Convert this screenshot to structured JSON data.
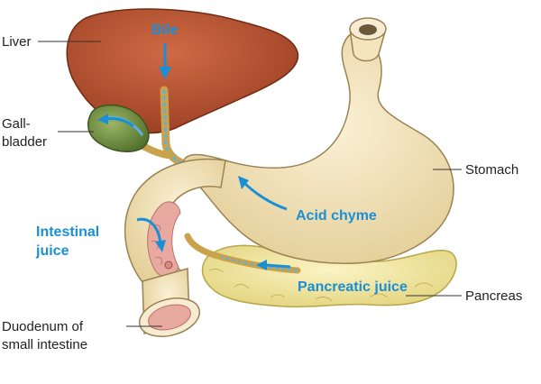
{
  "labels": {
    "liver": "Liver",
    "gallbladder_line1": "Gall-",
    "gallbladder_line2": "bladder",
    "stomach": "Stomach",
    "pancreas": "Pancreas",
    "duodenum_line1": "Duodenum of",
    "duodenum_line2": "small intestine"
  },
  "flows": {
    "bile": "Bile",
    "acid_chyme": "Acid chyme",
    "intestinal_juice_line1": "Intestinal",
    "intestinal_juice_line2": "juice",
    "pancreatic_juice": "Pancreatic juice"
  },
  "colors": {
    "liver": "#b5512f",
    "gallbladder": "#6e8f3a",
    "stomach": "#f2e2b8",
    "pancreas": "#f3e79a",
    "duodenum_inner": "#e8a9a0",
    "flow_label": "#1a8fd6"
  }
}
